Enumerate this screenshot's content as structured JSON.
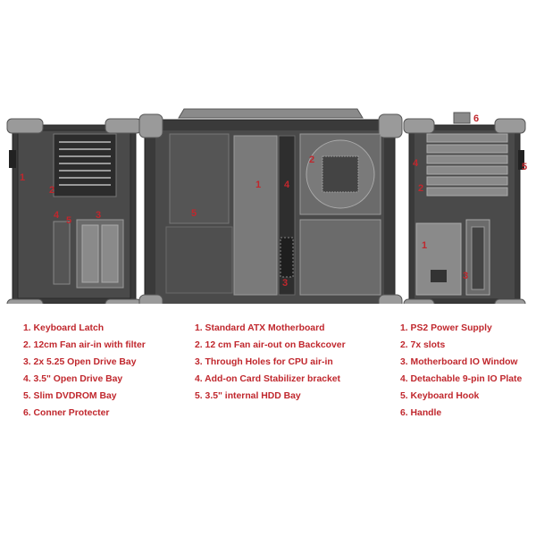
{
  "left_view": {
    "callouts": [
      "1",
      "2",
      "3",
      "4",
      "5"
    ],
    "legend": [
      "1. Keyboard Latch",
      "2. 12cm Fan air-in with filter",
      "3. 2x 5.25 Open Drive Bay",
      "4. 3.5\" Open Drive Bay",
      "5. Slim DVDROM Bay",
      "6. Conner Protecter"
    ]
  },
  "center_view": {
    "callouts": [
      "1",
      "2",
      "3",
      "4",
      "5"
    ],
    "legend": [
      "1. Standard ATX Motherboard",
      "2. 12 cm Fan air-out on Backcover",
      "3.  Through Holes for CPU air-in",
      "4. Add-on Card Stabilizer bracket",
      "5. 3.5\" internal HDD Bay"
    ]
  },
  "right_view": {
    "callouts": [
      "1",
      "2",
      "3",
      "4",
      "5",
      "6"
    ],
    "legend": [
      "1. PS2 Power Supply",
      "2. 7x slots",
      "3. Motherboard IO Window",
      "4. Detachable 9-pin IO Plate",
      "5. Keyboard Hook",
      "6. Handle"
    ]
  },
  "colors": {
    "label_red": "#c0272d",
    "chassis_dark": "#3a3a3a",
    "chassis_mid": "#6b6b6b",
    "panel_gray": "#8a8a8a",
    "bumper": "#9a9a9a"
  }
}
